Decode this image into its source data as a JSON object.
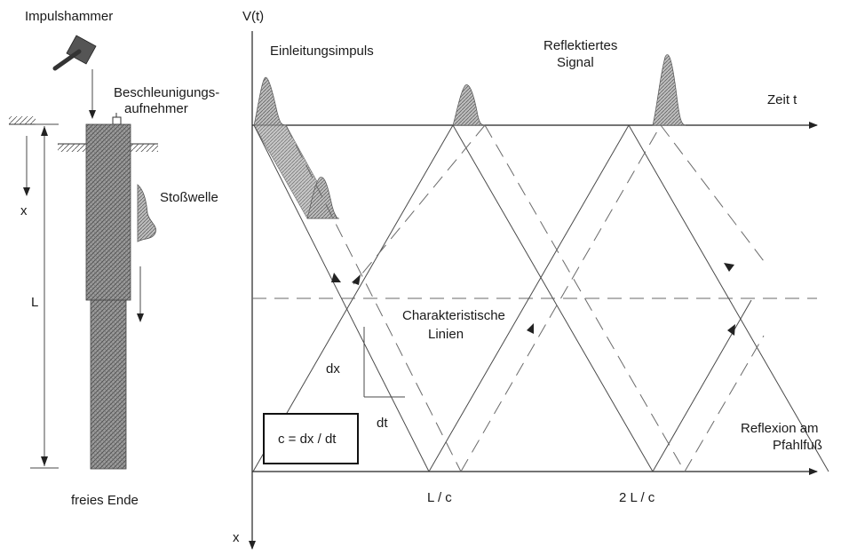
{
  "labels": {
    "impulshammer": "Impulshammer",
    "beschl_1": "Beschleunigungs-",
    "beschl_2": "aufnehmer",
    "x_left": "x",
    "L": "L",
    "stosswelle": "Stoßwelle",
    "freies_ende": "freies Ende",
    "v_t": "V(t)",
    "einleitungsimpuls": "Einleitungsimpuls",
    "reflektiertes_1": "Reflektiertes",
    "reflektiertes_2": "Signal",
    "zeit_t": "Zeit t",
    "charakteristische_1": "Charakteristische",
    "charakteristische_2": "Linien",
    "dx": "dx",
    "dt": "dt",
    "formula": "c = dx / dt",
    "reflexion_1": "Reflexion am",
    "reflexion_2": "Pfahlfuß",
    "l_over_c": "L / c",
    "two_l_over_c": "2 L / c",
    "x_axis": "x"
  }
}
